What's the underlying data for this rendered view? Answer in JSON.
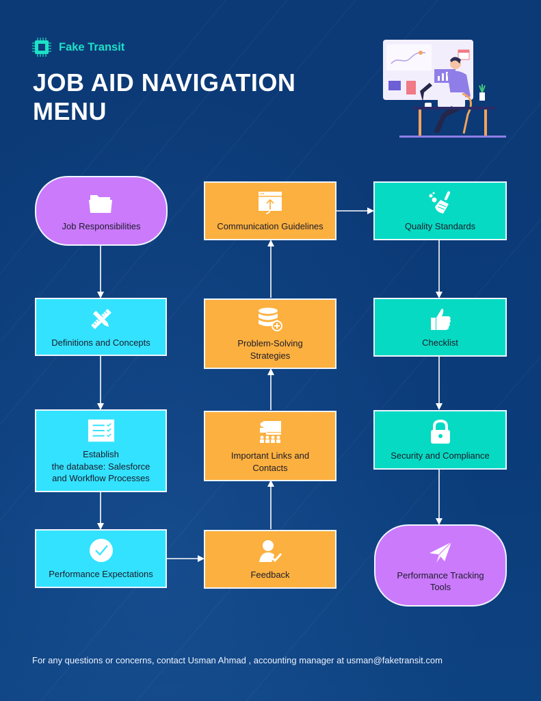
{
  "brand": {
    "name": "Fake Transit",
    "icon": "cpu-chip-icon"
  },
  "title": {
    "line1": "JOB AID NAVIGATION",
    "line2": "MENU"
  },
  "illustration": {
    "name": "person-at-desk-illustration"
  },
  "colors": {
    "background": "#0d3c78",
    "brand": "#1ee0c6",
    "pill": "#cb7afc",
    "cyan": "#33e2fe",
    "orange": "#fcb03f",
    "teal": "#07dac3"
  },
  "nodes": [
    {
      "id": "job-responsibilities",
      "label": "Job Responsibilities",
      "icon": "folder-icon",
      "style": "pill"
    },
    {
      "id": "definitions-and-concepts",
      "label": "Definitions and Concepts",
      "icon": "ruler-pencil-icon",
      "style": "cyan"
    },
    {
      "id": "establish-database",
      "label": "Establish\nthe database: Salesforce\nand Workflow Processes",
      "icon": "checklist-icon",
      "style": "cyan"
    },
    {
      "id": "performance-expectations",
      "label": "Performance Expectations",
      "icon": "check-circle-icon",
      "style": "cyan"
    },
    {
      "id": "feedback",
      "label": "Feedback",
      "icon": "user-check-icon",
      "style": "orange"
    },
    {
      "id": "important-links",
      "label": "Important Links and\nContacts",
      "icon": "presentation-icon",
      "style": "orange"
    },
    {
      "id": "problem-solving",
      "label": "Problem-Solving\nStrategies",
      "icon": "database-plus-icon",
      "style": "orange"
    },
    {
      "id": "communication-guidelines",
      "label": "Communication Guidelines",
      "icon": "browser-upload-icon",
      "style": "orange"
    },
    {
      "id": "quality-standards",
      "label": "Quality Standards",
      "icon": "broom-icon",
      "style": "teal"
    },
    {
      "id": "checklist",
      "label": "Checklist",
      "icon": "thumbs-up-icon",
      "style": "teal"
    },
    {
      "id": "security-compliance",
      "label": "Security and Compliance",
      "icon": "lock-icon",
      "style": "teal"
    },
    {
      "id": "performance-tracking",
      "label": "Performance Tracking\nTools",
      "icon": "paper-plane-icon",
      "style": "pill"
    }
  ],
  "flow": [
    [
      "job-responsibilities",
      "definitions-and-concepts"
    ],
    [
      "definitions-and-concepts",
      "establish-database"
    ],
    [
      "establish-database",
      "performance-expectations"
    ],
    [
      "performance-expectations",
      "feedback"
    ],
    [
      "feedback",
      "important-links"
    ],
    [
      "important-links",
      "problem-solving"
    ],
    [
      "problem-solving",
      "communication-guidelines"
    ],
    [
      "communication-guidelines",
      "quality-standards"
    ],
    [
      "quality-standards",
      "checklist"
    ],
    [
      "checklist",
      "security-compliance"
    ],
    [
      "security-compliance",
      "performance-tracking"
    ]
  ],
  "footer": {
    "text": "For any questions or concerns, contact Usman Ahmad , accounting manager at usman@faketransit.com"
  }
}
